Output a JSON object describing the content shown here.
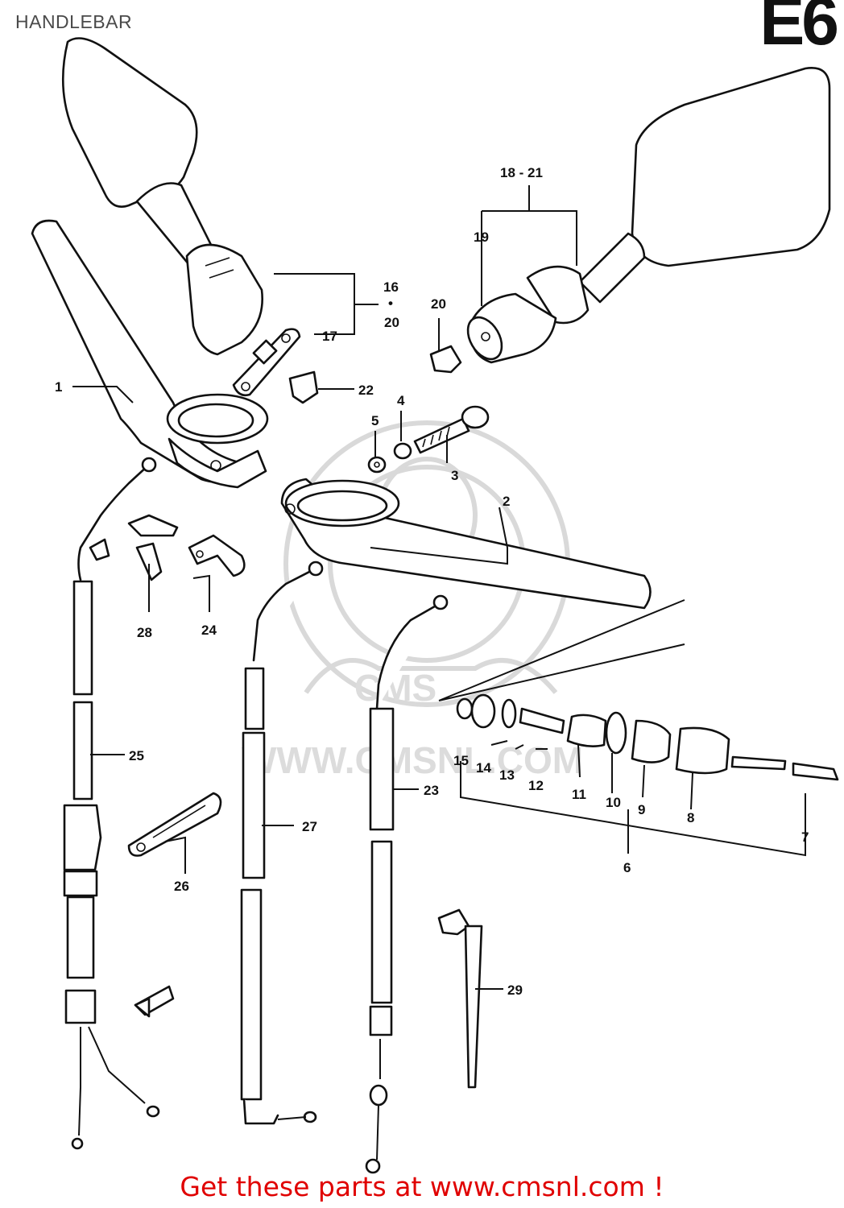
{
  "header": {
    "title": "HANDLEBAR",
    "corner_code": "E6"
  },
  "watermark": {
    "text": "WWW.CMSNL.COM",
    "logo_text": "CMS"
  },
  "callouts": {
    "p1": "1",
    "p2": "2",
    "p3": "3",
    "p4": "4",
    "p5": "5",
    "p6": "6",
    "p7": "7",
    "p8": "8",
    "p9": "9",
    "p10": "10",
    "p11": "11",
    "p12": "12",
    "p13": "13",
    "p14": "14",
    "p15": "15",
    "p16": "16",
    "dot": "•",
    "p20a": "20",
    "p17": "17",
    "p18_21": "18 - 21",
    "p19": "19",
    "p20b": "20",
    "p22": "22",
    "p23": "23",
    "p24": "24",
    "p25": "25",
    "p26": "26",
    "p27": "27",
    "p28": "28",
    "p29": "29"
  },
  "footer": {
    "link_text": "Get these parts at www.cmsnl.com !"
  }
}
